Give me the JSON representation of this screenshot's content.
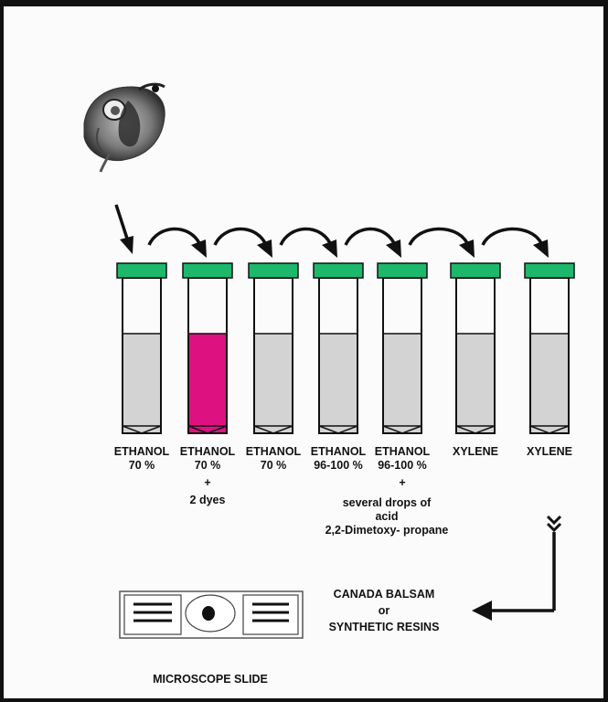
{
  "colors": {
    "cap": "#1db86c",
    "liquid": "#d3d3d3",
    "dye": "#de1181",
    "stroke": "#111111"
  },
  "specimen_icon": "daphnia-specimen-image",
  "tubes": [
    {
      "label_line1": "ETHANOL",
      "label_line2": "70 %",
      "label_line3": "",
      "label_line4": "",
      "liquid": "gray"
    },
    {
      "label_line1": "ETHANOL",
      "label_line2": "70 %",
      "label_line3": "+",
      "label_line4": "2 dyes",
      "liquid": "magenta"
    },
    {
      "label_line1": "ETHANOL",
      "label_line2": "70 %",
      "label_line3": "",
      "label_line4": "",
      "liquid": "gray"
    },
    {
      "label_line1": "ETHANOL",
      "label_line2": "96-100 %",
      "label_line3": "",
      "label_line4": "",
      "liquid": "gray"
    },
    {
      "label_line1": "ETHANOL",
      "label_line2": "96-100 %",
      "label_line3": "+",
      "label_line4": "",
      "liquid": "gray"
    },
    {
      "label_line1": "XYLENE",
      "label_line2": "",
      "label_line3": "",
      "label_line4": "",
      "liquid": "gray"
    },
    {
      "label_line1": "XYLENE",
      "label_line2": "",
      "label_line3": "",
      "label_line4": "",
      "liquid": "gray"
    }
  ],
  "acid_note": {
    "line1": "several drops of",
    "line2": "acid",
    "line3": "2,2-Dimetoxy- propane"
  },
  "mounting": {
    "line1": "CANADA BALSAM",
    "line2": "or",
    "line3": "SYNTHETIC RESINS"
  },
  "slide_label": "MICROSCOPE SLIDE"
}
